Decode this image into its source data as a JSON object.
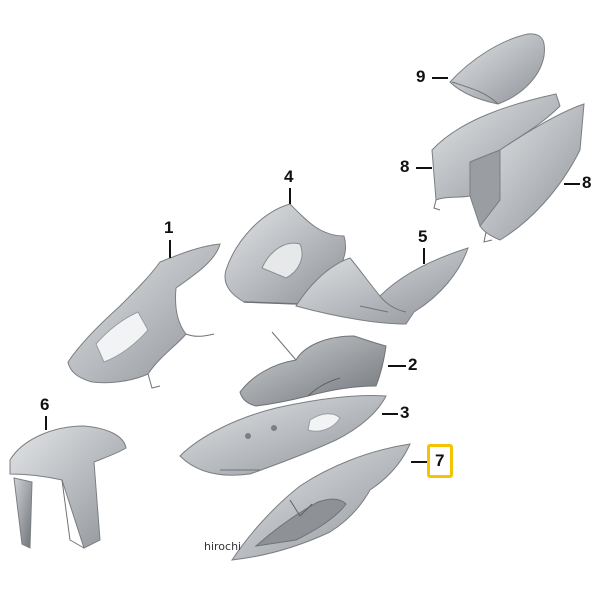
{
  "diagram": {
    "parts": [
      {
        "number": "1"
      },
      {
        "number": "2"
      },
      {
        "number": "3"
      },
      {
        "number": "4"
      },
      {
        "number": "5"
      },
      {
        "number": "6"
      },
      {
        "number": "7"
      },
      {
        "number": "8"
      },
      {
        "number": "8"
      },
      {
        "number": "9"
      }
    ],
    "highlighted_part": "7",
    "highlight_color": "#f5c400",
    "part_fill_color": "#b9bcc0",
    "part_shadow_color": "#8e9296"
  },
  "watermark": {
    "text": "hirochi"
  }
}
